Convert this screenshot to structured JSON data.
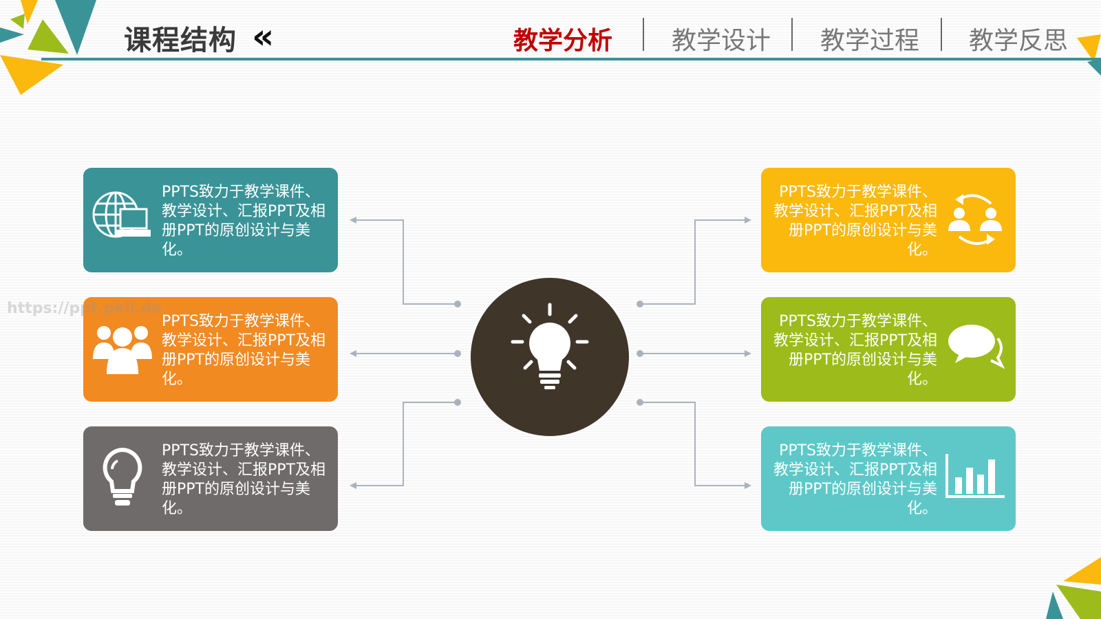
{
  "header": {
    "title": "课程结构",
    "chevron": "«",
    "nav": [
      {
        "label": "教学分析",
        "active": true
      },
      {
        "label": "教学设计"
      },
      {
        "label": "教学过程"
      },
      {
        "label": "教学反思"
      }
    ]
  },
  "watermark": "https://ppt.pkll.de",
  "cards": [
    {
      "text": "PPTS致力于教学课件、教学设计、汇报PPT及相册PPT的原创设计与美化。",
      "icon": "globe-laptop-icon",
      "color": "#3a9397"
    },
    {
      "text": "PPTS致力于教学课件、教学设计、汇报PPT及相册PPT的原创设计与美化。",
      "icon": "group-icon",
      "color": "#f28a22"
    },
    {
      "text": "PPTS致力于教学课件、教学设计、汇报PPT及相册PPT的原创设计与美化。",
      "icon": "lightbulb-icon",
      "color": "#6f6b6a"
    },
    {
      "text": "PPTS致力于教学课件、教学设计、汇报PPT及相册PPT的原创设计与美化。",
      "icon": "user-exchange-icon",
      "color": "#fbb90d"
    },
    {
      "text": "PPTS致力于教学课件、教学设计、汇报PPT及相册PPT的原创设计与美化。",
      "icon": "chat-bubbles-icon",
      "color": "#9dbb1a"
    },
    {
      "text": "PPTS致力于教学课件、教学设计、汇报PPT及相册PPT的原创设计与美化。",
      "icon": "bar-chart-icon",
      "color": "#5ec8c8"
    }
  ],
  "hub": {
    "icon": "lightbulb-icon",
    "color": "#3f3529"
  }
}
